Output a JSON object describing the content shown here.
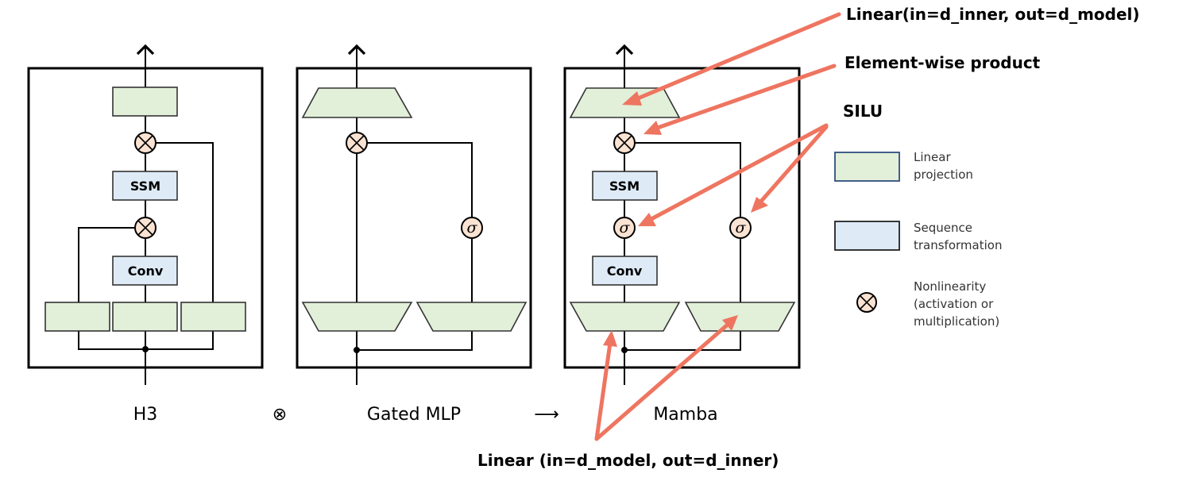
{
  "blocks": {
    "h3": {
      "label": "H3",
      "ssm_label": "SSM",
      "conv_label": "Conv"
    },
    "gated_mlp": {
      "label": "Gated MLP",
      "sigma_symbol": "σ"
    },
    "mamba": {
      "label": "Mamba",
      "ssm_label": "SSM",
      "conv_label": "Conv",
      "sigma_symbol": "σ"
    }
  },
  "operators": {
    "combine_symbol": "⊗",
    "arrow_symbol": "⟶"
  },
  "annotations": {
    "out_proj": "Linear(in=d_inner, out=d_model)",
    "elementwise": "Element-wise product",
    "silu": "SILU",
    "in_proj": "Linear (in=d_model, out=d_inner)"
  },
  "legend": {
    "items": [
      {
        "line1": "Linear",
        "line2": "projection",
        "line3": "",
        "swatch": "linear-projection"
      },
      {
        "line1": "Sequence",
        "line2": "transformation",
        "line3": "",
        "swatch": "sequence-transformation"
      },
      {
        "line1": "Nonlinearity",
        "line2": "(activation or",
        "line3": "multiplication)",
        "swatch": "nonlinearity"
      }
    ]
  },
  "colors": {
    "linear_fill": "#e2efd9",
    "sequence_fill": "#deebf7",
    "nonlinearity_fill": "#fbe3d3",
    "annotation_arrow": "#ee7560"
  }
}
